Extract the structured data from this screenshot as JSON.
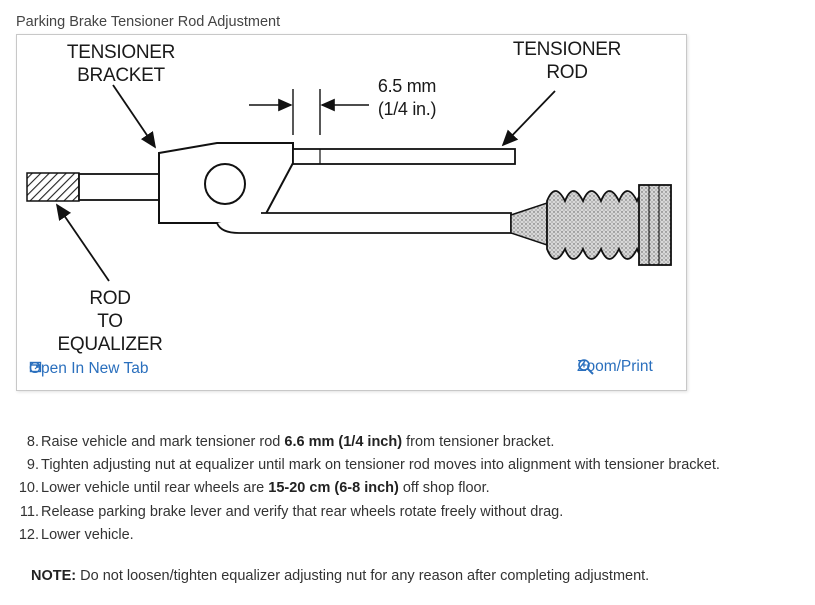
{
  "caption": "Parking Brake Tensioner Rod Adjustment",
  "diagram": {
    "labels": {
      "tensioner_bracket_line1": "TENSIONER",
      "tensioner_bracket_line2": "BRACKET",
      "tensioner_rod_line1": "TENSIONER",
      "tensioner_rod_line2": "ROD",
      "dimension_mm": "6.5 mm",
      "dimension_in": "(1/4 in.)",
      "rod_to_equalizer_line1": "ROD",
      "rod_to_equalizer_line2": "TO",
      "rod_to_equalizer_line3": "EQUALIZER"
    }
  },
  "toolbar": {
    "open_new_tab": "Open In New Tab",
    "zoom_print": "Zoom/Print"
  },
  "steps": [
    {
      "num": "8.",
      "pre": "Raise vehicle and mark tensioner rod ",
      "bold": "6.6 mm (1/4 inch)",
      "post": " from tensioner bracket."
    },
    {
      "num": "9.",
      "pre": "Tighten adjusting nut at equalizer until mark on tensioner rod moves into alignment with tensioner bracket.",
      "bold": "",
      "post": ""
    },
    {
      "num": "10.",
      "pre": "Lower vehicle until rear wheels are ",
      "bold": "15-20 cm (6-8 inch)",
      "post": " off shop floor."
    },
    {
      "num": "11.",
      "pre": "Release parking brake lever and verify that rear wheels rotate freely without drag.",
      "bold": "",
      "post": ""
    },
    {
      "num": "12.",
      "pre": "Lower vehicle.",
      "bold": "",
      "post": ""
    }
  ],
  "note": {
    "label": "NOTE:",
    "text": " Do not loosen/tighten equalizer adjusting nut for any reason after completing adjustment."
  },
  "colors": {
    "link": "#2a6fbd"
  }
}
